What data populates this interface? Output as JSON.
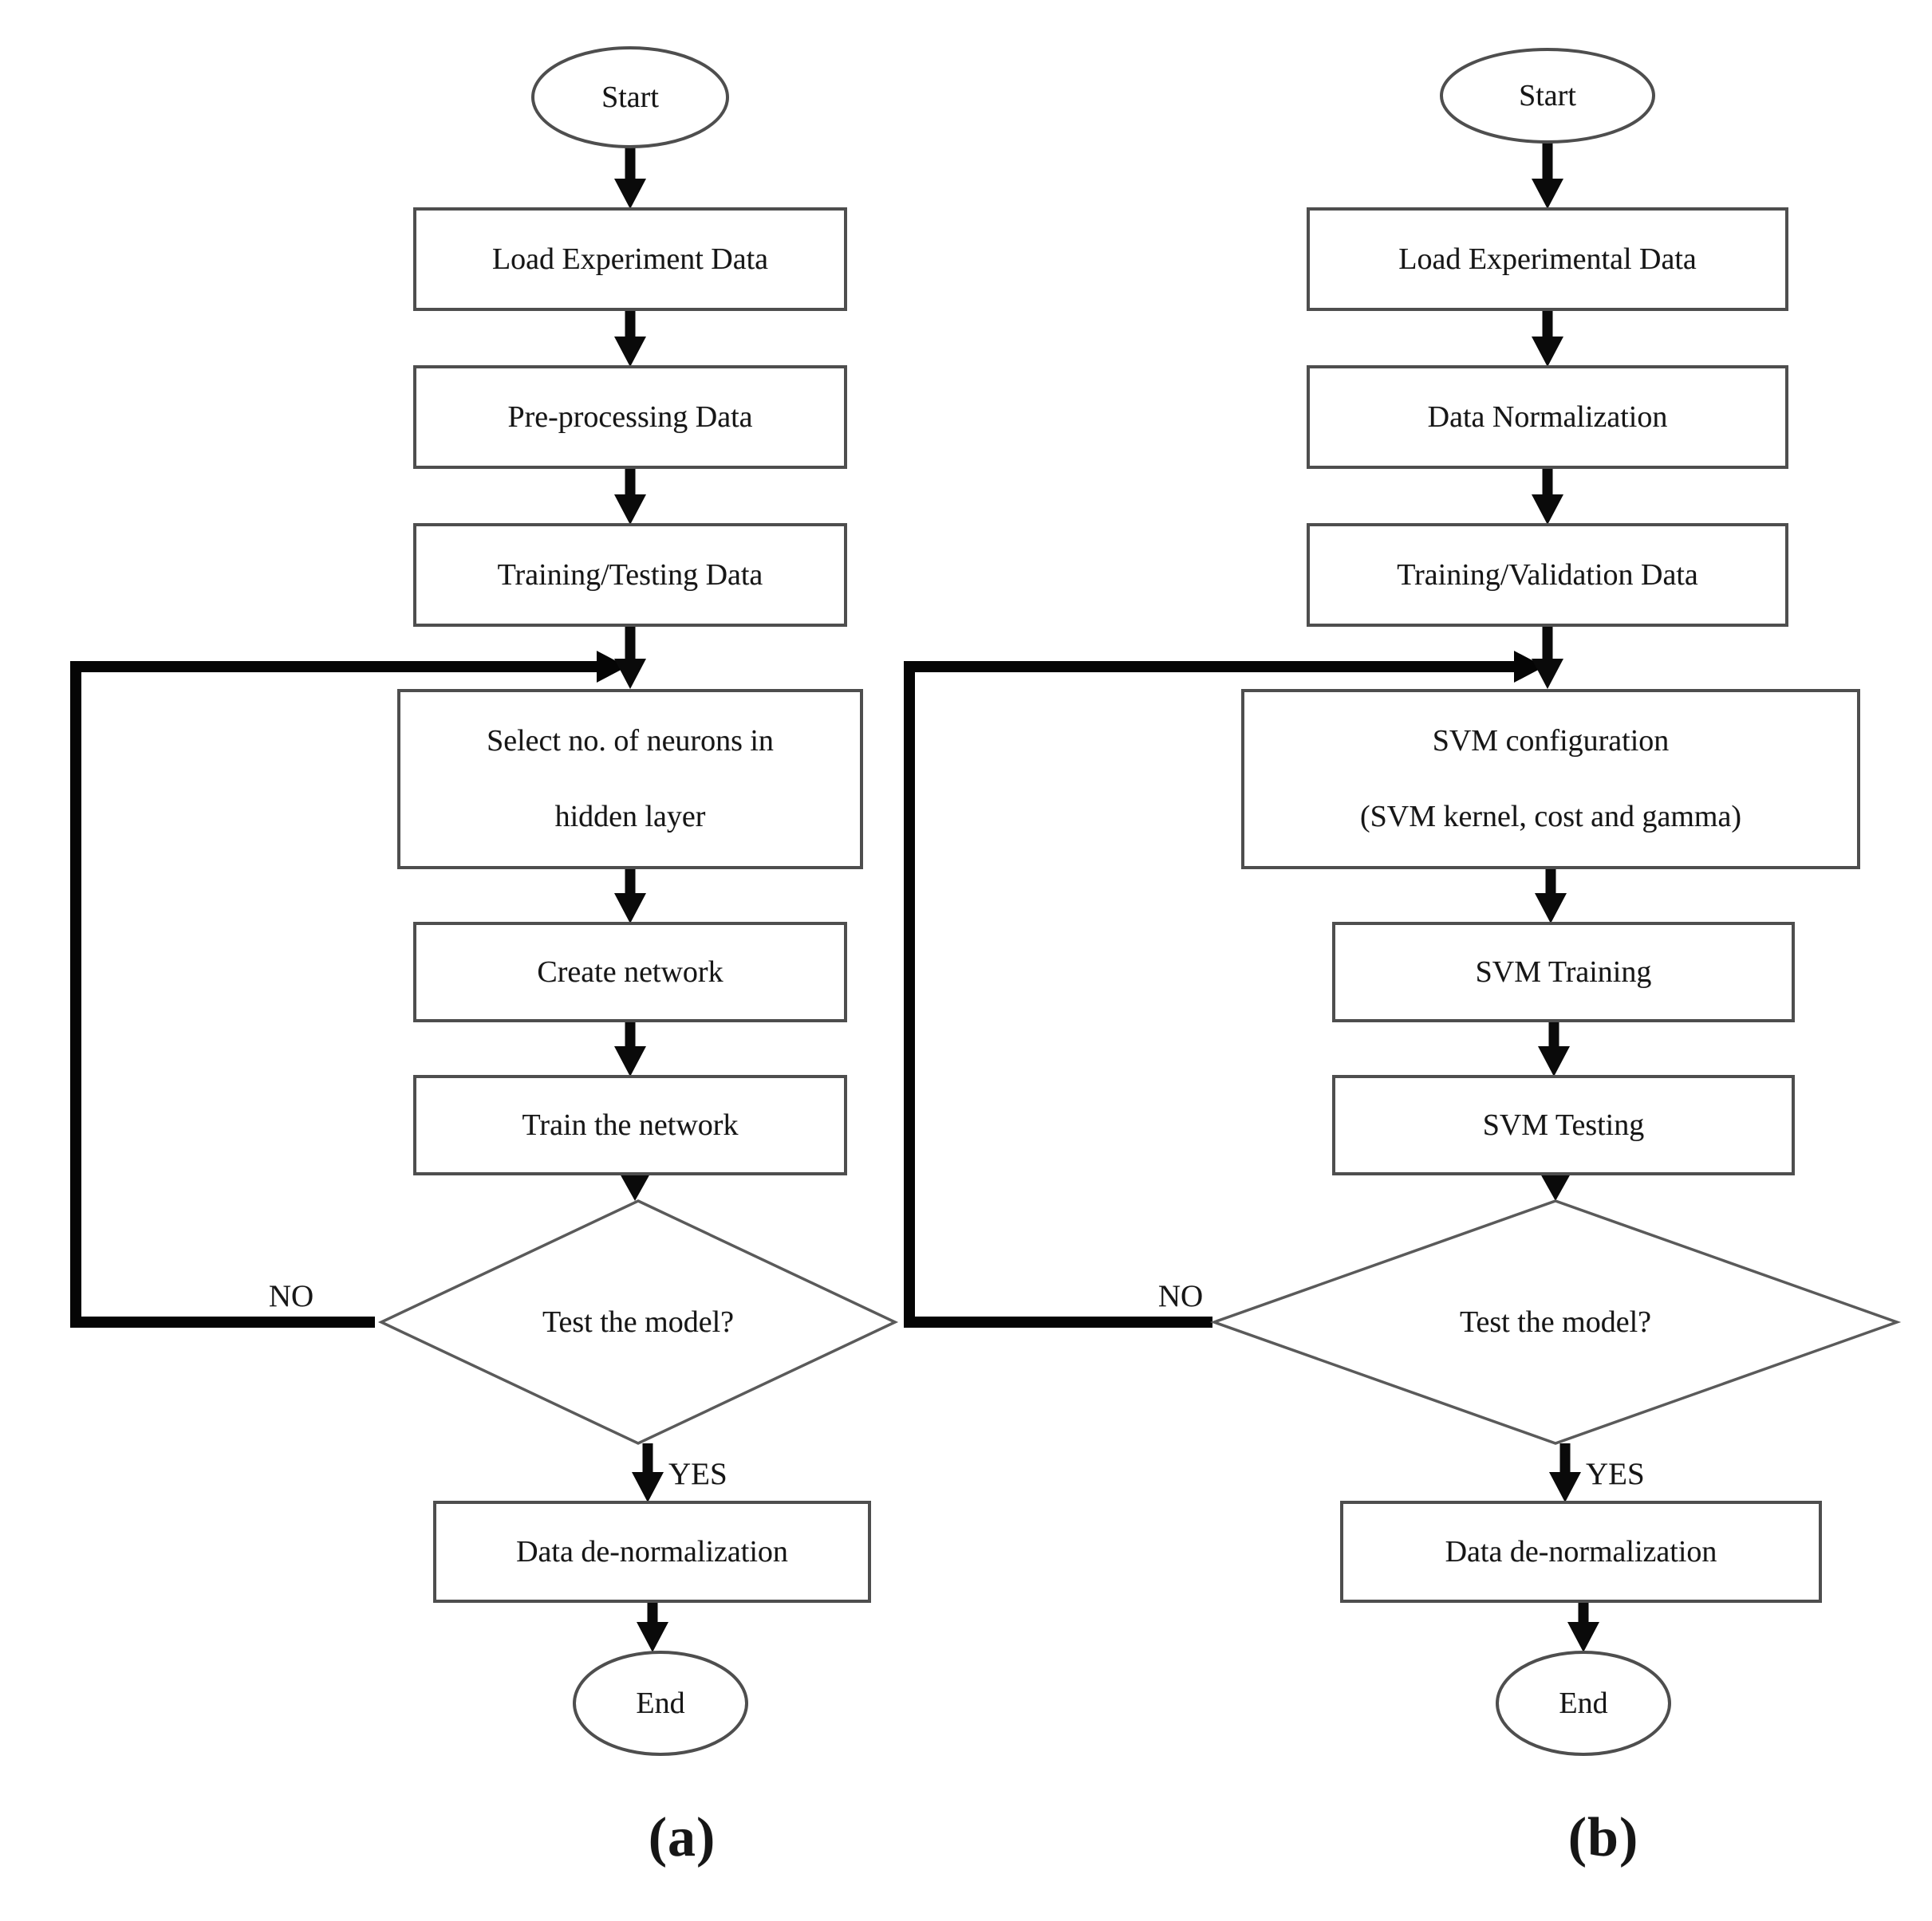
{
  "figure": {
    "type": "flowchart-pair",
    "background": "#ffffff",
    "colors": {
      "connector_line": "#0a0a0a",
      "shape_border": "#4e4e4e",
      "diamond_border": "#5a5a5a",
      "text": "#161616",
      "shape_fill": "#ffffff"
    },
    "panels": [
      {
        "id": "a",
        "caption": "(a)",
        "start_label": "Start",
        "end_label": "End",
        "steps": [
          "Load Experiment Data",
          "Pre-processing Data",
          "Training/Testing Data",
          "Select no. of neurons in\nhidden layer",
          "Create network",
          "Train the network",
          "Data de-normalization"
        ],
        "decision_label": "Test the model?",
        "yes_label": "YES",
        "no_label": "NO"
      },
      {
        "id": "b",
        "caption": "(b)",
        "start_label": "Start",
        "end_label": "End",
        "steps": [
          "Load Experimental Data",
          "Data Normalization",
          "Training/Validation Data",
          "SVM configuration\n(SVM kernel, cost and gamma)",
          "SVM Training",
          "SVM Testing",
          "Data de-normalization"
        ],
        "decision_label": "Test the model?",
        "yes_label": "YES",
        "no_label": "NO"
      }
    ]
  }
}
